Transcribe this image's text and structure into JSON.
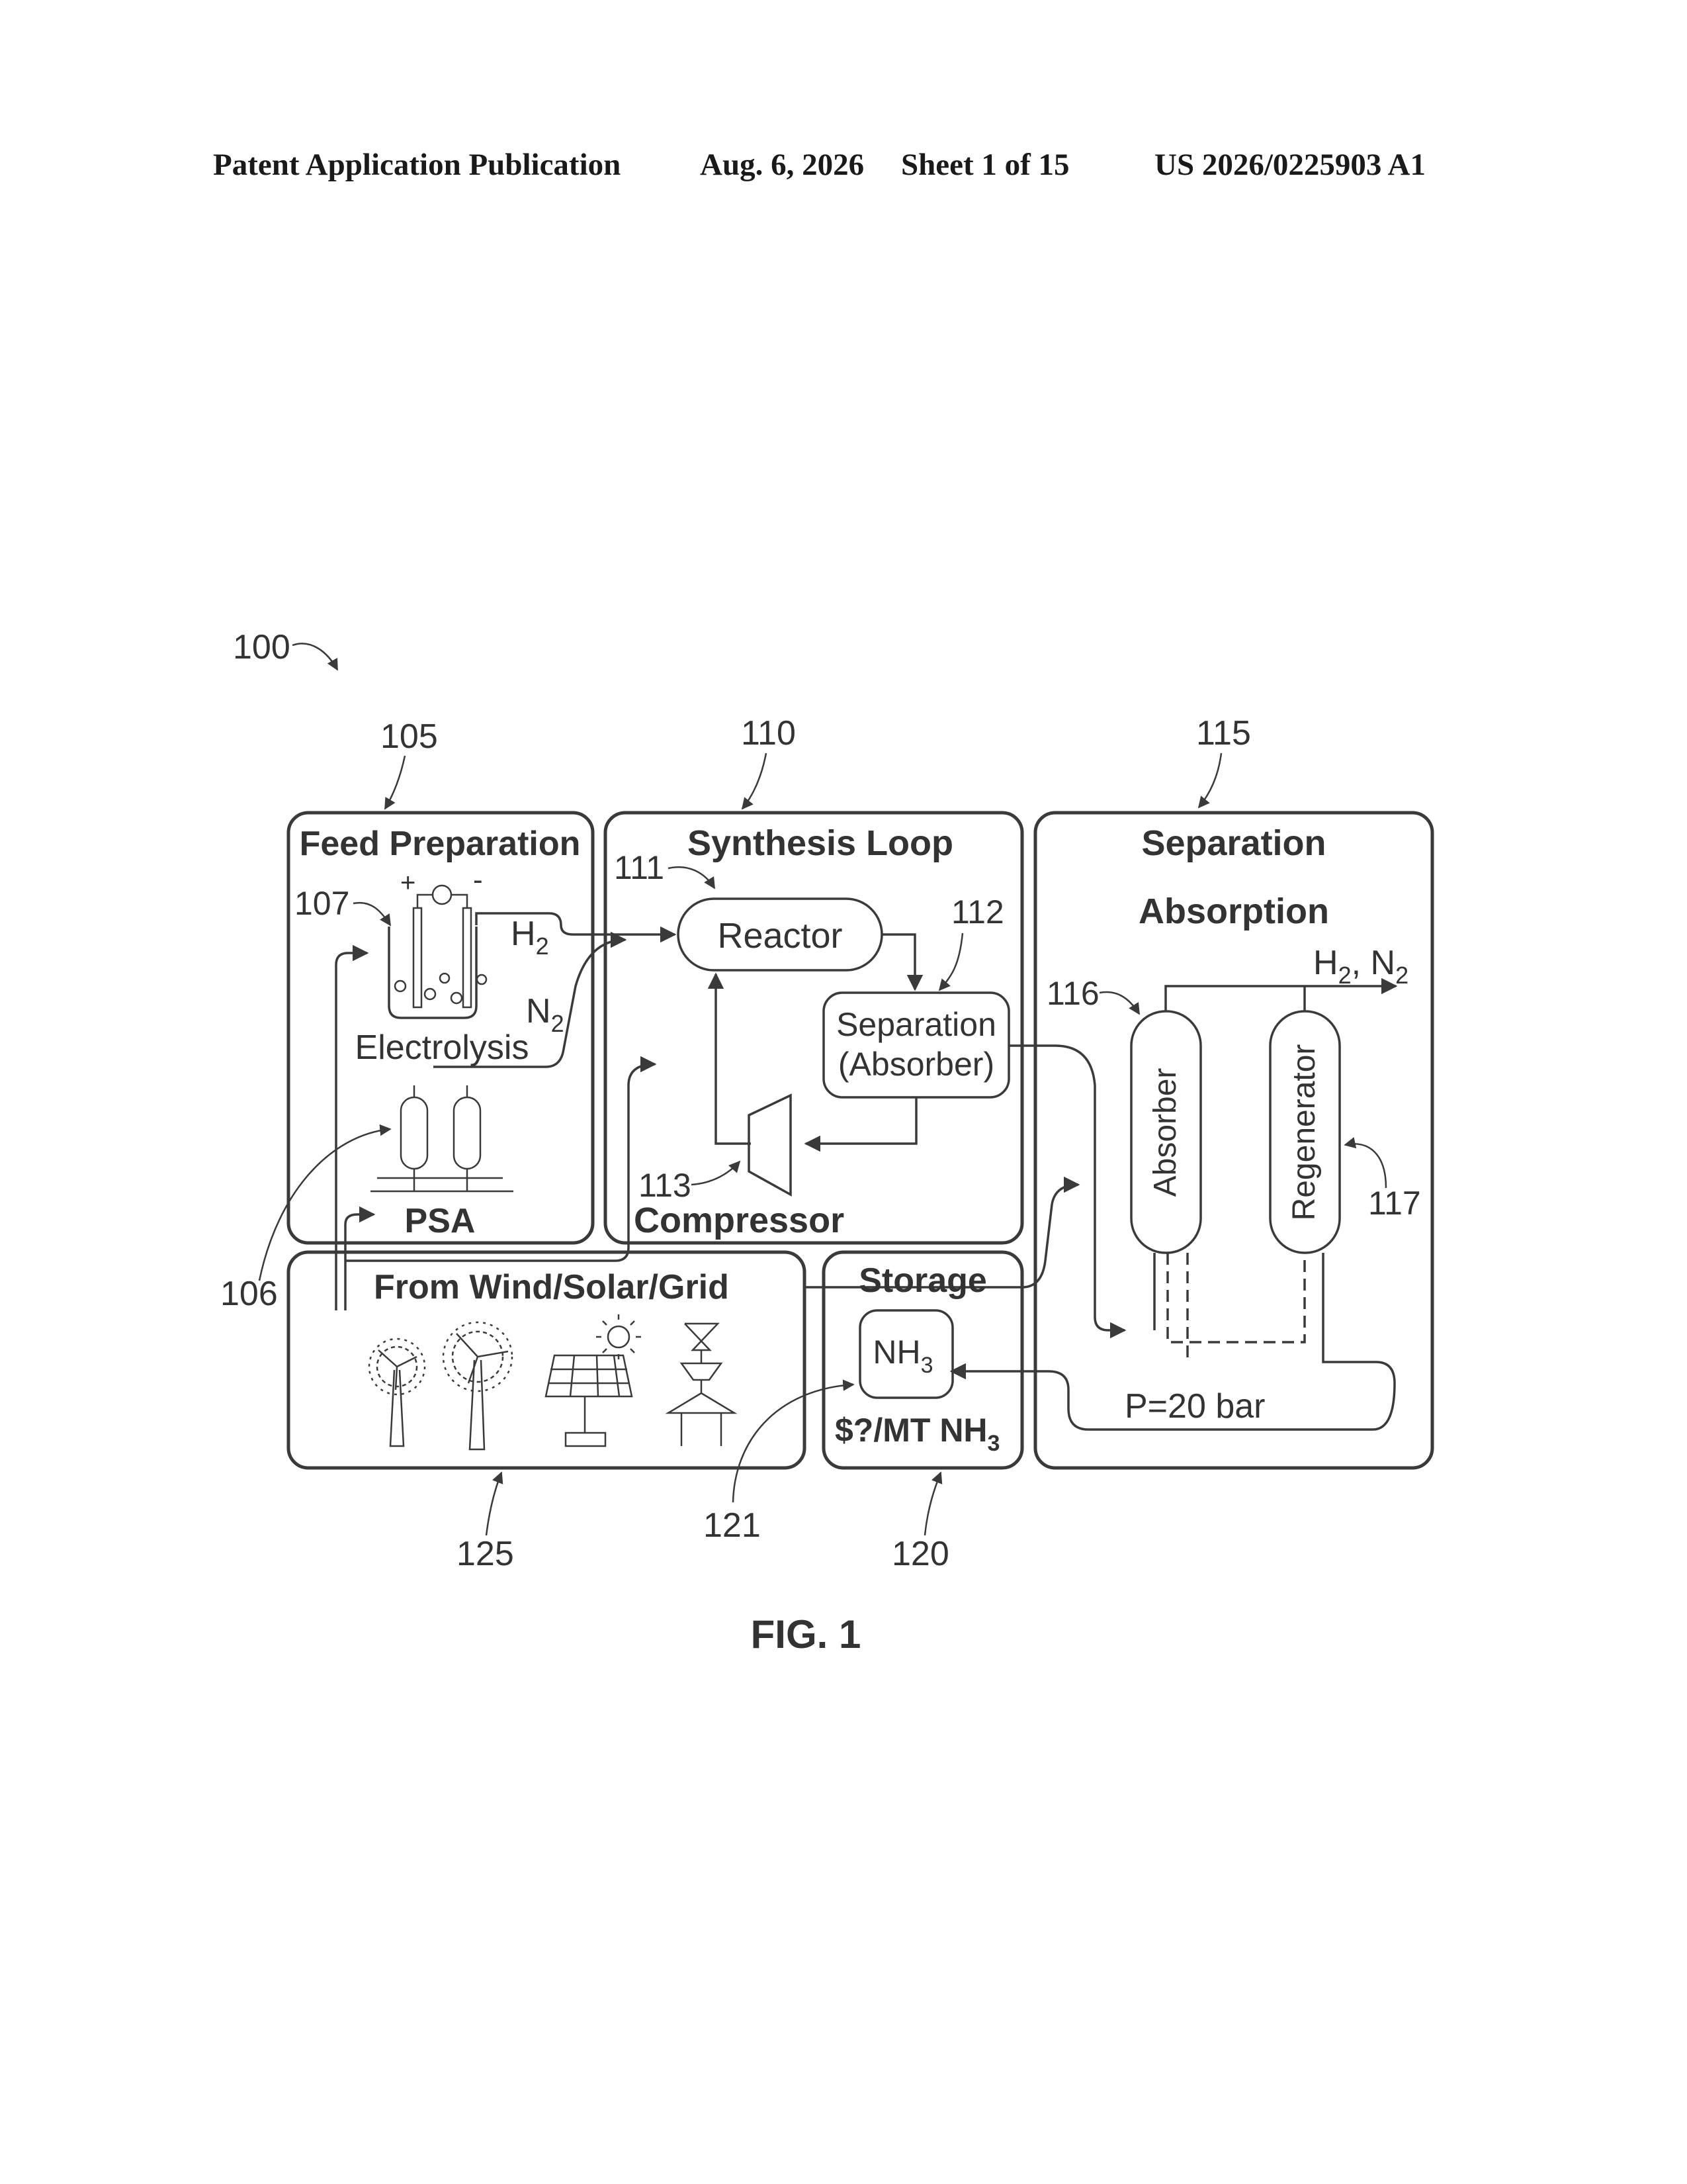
{
  "header": {
    "left": "Patent Application Publication",
    "date": "Aug. 6, 2026",
    "sheet": "Sheet 1 of 15",
    "number": "US 2026/0225903 A1"
  },
  "figure": {
    "system_ref": "100",
    "caption": "FIG. 1",
    "feed": {
      "ref": "105",
      "title": "Feed Preparation",
      "electrolysis_ref": "107",
      "electrolysis_label": "Electrolysis",
      "plus": "+",
      "minus": "-",
      "h2_sym": "H",
      "h2_sub": "2",
      "n2_sym": "N",
      "n2_sub": "2",
      "psa_ref": "106",
      "psa_label": "PSA"
    },
    "synthesis": {
      "ref": "110",
      "title": "Synthesis Loop",
      "reactor_ref": "111",
      "reactor_label": "Reactor",
      "separation_ref": "112",
      "separation_line1": "Separation",
      "separation_line2": "(Absorber)",
      "compressor_ref": "113",
      "compressor_label": "Compressor"
    },
    "separation": {
      "ref": "115",
      "title_line1": "Separation",
      "title_line2": "Absorption",
      "outlet_h2_sym": "H",
      "outlet_h2_sub": "2",
      "outlet_sep": ", ",
      "outlet_n2_sym": "N",
      "outlet_n2_sub": "2",
      "absorber_ref": "116",
      "absorber_label": "Absorber",
      "regenerator_ref": "117",
      "regenerator_label": "Regenerator",
      "pressure": "P=20 bar"
    },
    "power": {
      "ref": "125",
      "title": "From Wind/Solar/Grid"
    },
    "storage": {
      "ref": "120",
      "title": "Storage",
      "tank_sym": "NH",
      "tank_sub": "3",
      "price_text": "$?/MT NH",
      "price_sub": "3",
      "line_ref": "121"
    }
  }
}
